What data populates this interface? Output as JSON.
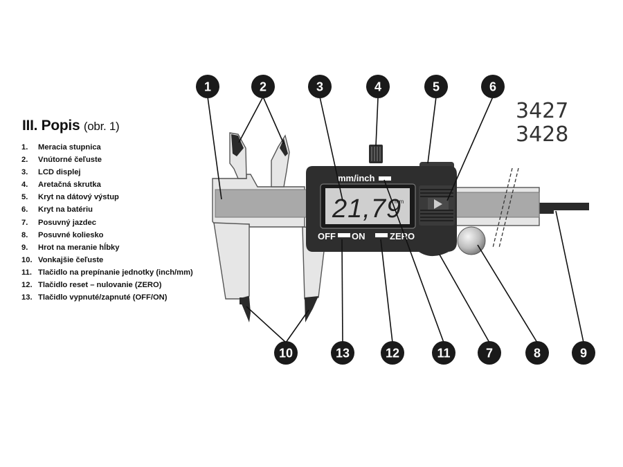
{
  "legend": {
    "title": "III. Popis",
    "subtitle": "(obr. 1)",
    "items": [
      {
        "num": "1.",
        "text": "Meracia stupnica"
      },
      {
        "num": "2.",
        "text": "Vnútorné čeľuste"
      },
      {
        "num": "3.",
        "text": "LCD displej"
      },
      {
        "num": "4.",
        "text": "Aretačná skrutka"
      },
      {
        "num": "5.",
        "text": "Kryt na dátový výstup"
      },
      {
        "num": "6.",
        "text": "Kryt na batériu"
      },
      {
        "num": "7.",
        "text": "Posuvný jazdec"
      },
      {
        "num": "8.",
        "text": "Posuvné koliesko"
      },
      {
        "num": "9.",
        "text": "Hrot na meranie hĺbky"
      },
      {
        "num": "10.",
        "text": "Vonkajšie čeľuste"
      },
      {
        "num": "11.",
        "text": "Tlačidlo na prepínanie jednotky (inch/mm)"
      },
      {
        "num": "12.",
        "text": "Tlačidlo reset – nulovanie (ZERO)"
      },
      {
        "num": "13.",
        "text": "Tlačidlo vypnuté/zapnuté (OFF/ON)"
      }
    ]
  },
  "models": [
    "3427",
    "3428"
  ],
  "device": {
    "unit_label": "mm/inch",
    "reading": "21,79",
    "reading_unit": "mm",
    "off_label": "OFF",
    "on_label": "ON",
    "zero_label": "ZERO"
  },
  "callouts_top": [
    "1",
    "2",
    "3",
    "4",
    "5",
    "6"
  ],
  "callouts_bottom": [
    "10",
    "13",
    "12",
    "11",
    "7",
    "8",
    "9"
  ],
  "colors": {
    "callout": "#1a1a1a",
    "body_dark": "#2d2d2d",
    "scale_gray": "#a8a8a8",
    "lcd": "#cfcfcf"
  }
}
